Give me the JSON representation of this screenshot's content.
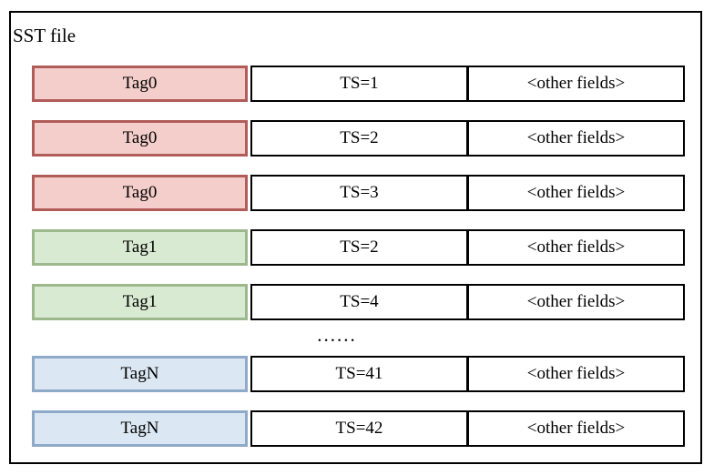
{
  "diagram": {
    "title": "SST file",
    "ellipsis": "......",
    "rows": [
      {
        "tag": "Tag0",
        "ts": "TS=1",
        "other": "<other fields>",
        "color": "red"
      },
      {
        "tag": "Tag0",
        "ts": "TS=2",
        "other": "<other fields>",
        "color": "red"
      },
      {
        "tag": "Tag0",
        "ts": "TS=3",
        "other": "<other fields>",
        "color": "red"
      },
      {
        "tag": "Tag1",
        "ts": "TS=2",
        "other": "<other fields>",
        "color": "green"
      },
      {
        "tag": "Tag1",
        "ts": "TS=4",
        "other": "<other fields>",
        "color": "green"
      },
      {
        "tag": "TagN",
        "ts": "TS=41",
        "other": "<other fields>",
        "color": "blue"
      },
      {
        "tag": "TagN",
        "ts": "TS=42",
        "other": "<other fields>",
        "color": "blue"
      }
    ],
    "colors": {
      "red": {
        "fill": "#f4ceca",
        "border": "#b05c58"
      },
      "green": {
        "fill": "#d9ead3",
        "border": "#9cb88c"
      },
      "blue": {
        "fill": "#dbe7f3",
        "border": "#8fa9c9"
      },
      "line": "#000000"
    }
  }
}
